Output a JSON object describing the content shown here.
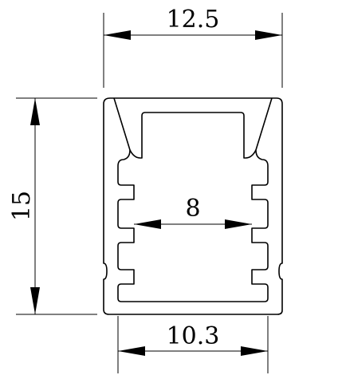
{
  "dimensions": {
    "overall_width": "12.5",
    "overall_height": "15",
    "inner_gap": "8",
    "bottom_width": "10.3"
  },
  "colors": {
    "line": "#000000",
    "background": "#ffffff"
  }
}
